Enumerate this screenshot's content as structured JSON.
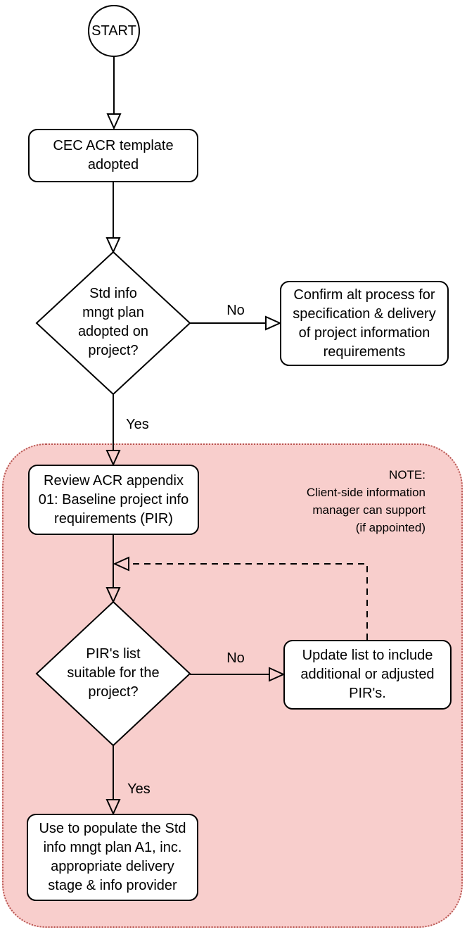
{
  "colors": {
    "background": "#ffffff",
    "line": "#000000",
    "text": "#000000",
    "node_fill": "#ffffff",
    "region_fill": "#f8cecc",
    "region_border": "#b85450"
  },
  "flowchart": {
    "start": "START",
    "cec_box": "CEC ACR template\nadopted",
    "decision1": "Std info\nmngt plan\nadopted on\nproject?",
    "label_no1": "No",
    "label_yes1": "Yes",
    "confirm_box": "Confirm alt process for\nspecification & delivery\nof project information\nrequirements",
    "region_note": "NOTE:\nClient-side information\nmanager can support\n(if appointed)",
    "review_box": "Review ACR appendix\n01: Baseline project info\nrequirements (PIR)",
    "decision2": "PIR's list\nsuitable for the\nproject?",
    "label_no2": "No",
    "label_yes2": "Yes",
    "update_box": "Update list to include\nadditional or adjusted\nPIR's.",
    "populate_box": "Use to populate the Std\ninfo mngt plan A1, inc.\nappropriate delivery\nstage & info provider"
  }
}
